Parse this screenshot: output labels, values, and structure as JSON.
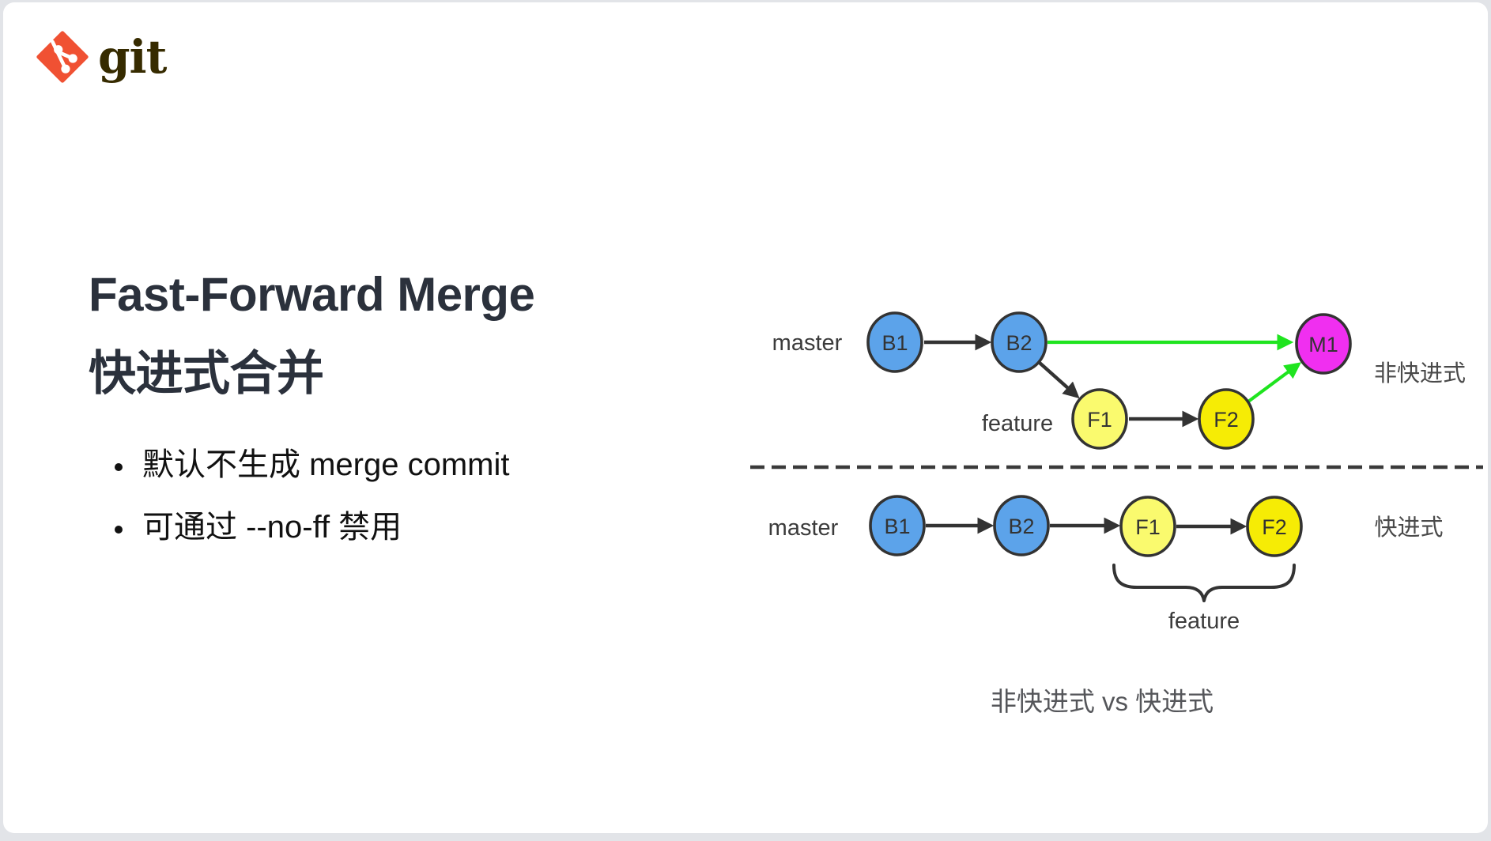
{
  "logo": {
    "brand": "git",
    "orange": "#F05133",
    "text_color": "#362b00"
  },
  "title": {
    "line1": "Fast-Forward Merge",
    "line2": "快进式合并"
  },
  "bullets": [
    "默认不生成 merge commit",
    "可通过 --no-ff 禁用"
  ],
  "caption": "非快进式 vs 快进式",
  "diagram": {
    "top_graph": {
      "master_label": "master",
      "feature_label": "feature",
      "side_label": "非快进式",
      "nodes": {
        "b1": "B1",
        "b2": "B2",
        "f1": "F1",
        "f2": "F2",
        "m1": "M1"
      }
    },
    "bottom_graph": {
      "master_label": "master",
      "side_label": "快进式",
      "brace_label": "feature",
      "nodes": {
        "b1": "B1",
        "b2": "B2",
        "f1": "F1",
        "f2": "F2"
      }
    },
    "colors": {
      "commit_blue": "#5CA3EA",
      "feature_pale_yellow": "#FAFA6E",
      "feature_bright_yellow": "#F6EC05",
      "merge_magenta": "#F02FF0",
      "merge_green": "#1FE41F",
      "edge_dark": "#333333"
    }
  }
}
